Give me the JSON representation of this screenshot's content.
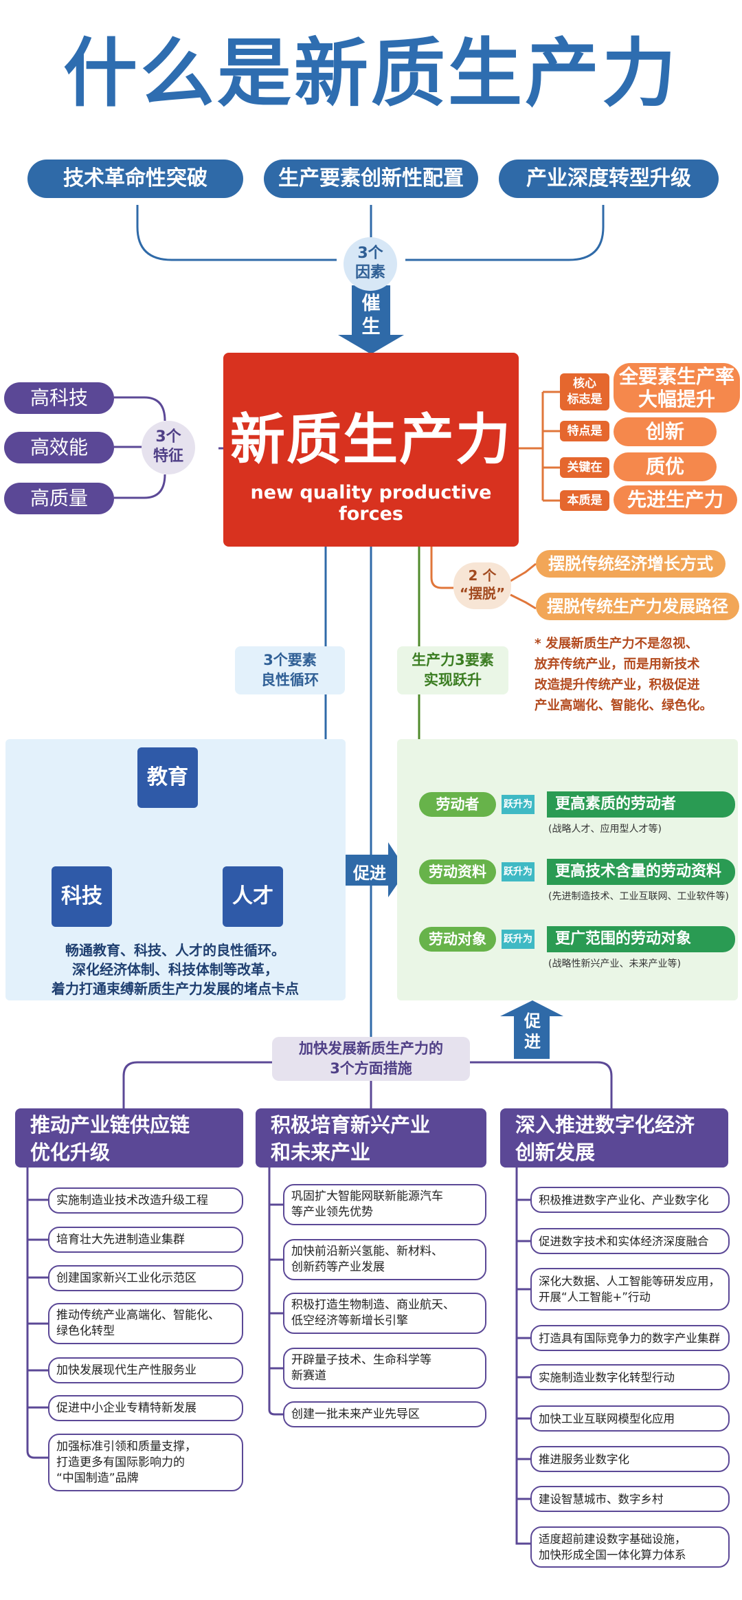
{
  "title": "什么是新质生产力",
  "factors": {
    "items": [
      "技术革命性突破",
      "生产要素创新性配置",
      "产业深度转型升级"
    ],
    "badge": "3个\n因素",
    "arrow_label": "催\n生"
  },
  "core": {
    "title": "新质生产力",
    "subtitle": "new quality productive forces"
  },
  "features": {
    "badge": "3个\n特征",
    "items": [
      "高科技",
      "高效能",
      "高质量"
    ]
  },
  "attributes": [
    {
      "tag": "核心\n标志是",
      "value": "全要素生产率\n大幅提升"
    },
    {
      "tag": "特点是",
      "value": "创新"
    },
    {
      "tag": "关键在",
      "value": "质优"
    },
    {
      "tag": "本质是",
      "value": "先进生产力"
    }
  ],
  "breakaway": {
    "badge": "2 个\n“摆脱”",
    "items": [
      "摆脱传统经济增长方式",
      "摆脱传统生产力发展路径"
    ],
    "note": "* 发展新质生产力不是忽视、\n放弃传统产业，而是用新技术\n改造提升传统产业，积极促进\n产业高端化、智能化、绿色化。"
  },
  "cycle": {
    "label": "3个要素\n良性循环",
    "nodes": [
      "教育",
      "科技",
      "人才"
    ],
    "desc": "畅通教育、科技、人才的良性循环。\n深化经济体制、科技体制等改革，\n着力打通束缚新质生产力发展的堵点卡点",
    "promote": "促进"
  },
  "leap": {
    "label": "生产力3要素\n实现跃升",
    "jump_label": "跃升为",
    "rows": [
      {
        "from": "劳动者",
        "to": "更高素质的劳动者",
        "note": "(战略人才、应用型人才等)"
      },
      {
        "from": "劳动资料",
        "to": "更高技术含量的劳动资料",
        "note": "(先进制造技术、工业互联网、工业软件等)"
      },
      {
        "from": "劳动对象",
        "to": "更广范围的劳动对象",
        "note": "(战略性新兴产业、未来产业等)"
      }
    ],
    "promote_up": "促\n进"
  },
  "measures": {
    "label": "加快发展新质生产力的\n3个方面措施",
    "columns": [
      {
        "head": "推动产业链供应链\n优化升级",
        "items": [
          "实施制造业技术改造升级工程",
          "培育壮大先进制造业集群",
          "创建国家新兴工业化示范区",
          "推动传统产业高端化、智能化、\n绿色化转型",
          "加快发展现代生产性服务业",
          "促进中小企业专精特新发展",
          "加强标准引领和质量支撑，\n打造更多有国际影响力的\n“中国制造”品牌"
        ]
      },
      {
        "head": "积极培育新兴产业\n和未来产业",
        "items": [
          "巩固扩大智能网联新能源汽车\n等产业领先优势",
          "加快前沿新兴氢能、新材料、\n创新药等产业发展",
          "积极打造生物制造、商业航天、\n低空经济等新增长引擎",
          "开辟量子技术、生命科学等\n新赛道",
          "创建一批未来产业先导区"
        ]
      },
      {
        "head": "深入推进数字化经济\n创新发展",
        "items": [
          "积极推进数字产业化、产业数字化",
          "促进数字技术和实体经济深度融合",
          "深化大数据、人工智能等研发应用，\n开展“人工智能+”行动",
          "打造具有国际竞争力的数字产业集群",
          "实施制造业数字化转型行动",
          "加快工业互联网模型化应用",
          "推进服务业数字化",
          "建设智慧城市、数字乡村",
          "适度超前建设数字基础设施，\n加快形成全国一体化算力体系"
        ]
      }
    ]
  },
  "colors": {
    "title_blue": "#2e6db0",
    "core_red": "#d8321f",
    "purple": "#5b4896",
    "orange": "#f5884c",
    "green": "#2a9b53",
    "light_blue_panel": "#e3f1fb",
    "light_green_panel": "#eaf6e6"
  },
  "icons": {
    "arrow": "down-arrow-icon",
    "right_arrow": "right-arrow-icon",
    "double_arrow": "double-arrow-icon"
  }
}
